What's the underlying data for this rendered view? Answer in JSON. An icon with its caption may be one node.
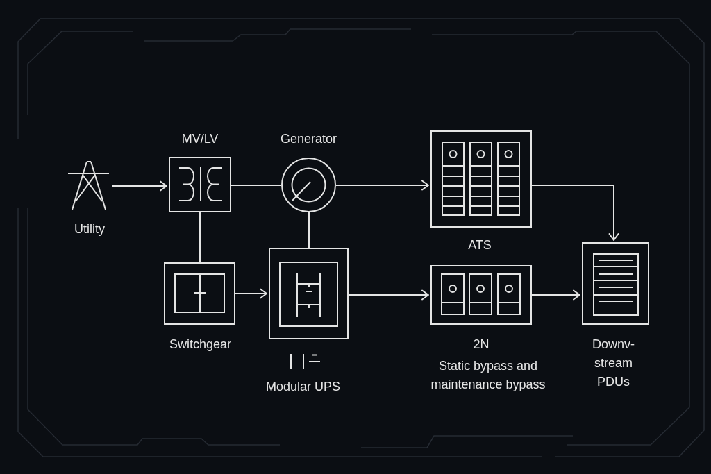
{
  "diagram": {
    "nodes": [
      {
        "text": [
          "Utility"
        ]
      },
      {
        "text": [
          "MV/LV"
        ]
      },
      {
        "text": [
          "Generator"
        ]
      },
      {
        "text": [
          "ATS"
        ]
      },
      {
        "text": [
          "Switchgear"
        ]
      },
      {
        "text": [
          "Modular UPS"
        ]
      },
      {
        "text": [
          "2N",
          "Static bypass and maintenance bypass"
        ]
      },
      {
        "text": [
          "Downv- stream PDUs"
        ]
      }
    ],
    "edges": [
      {
        "from": 0,
        "to": 1,
        "arrow": "to"
      },
      {
        "from": 1,
        "to": 2,
        "arrow": "none"
      },
      {
        "from": 2,
        "to": 3,
        "arrow": "to"
      },
      {
        "from": 1,
        "to": 4,
        "arrow": "none"
      },
      {
        "from": 2,
        "to": 5,
        "arrow": "none"
      },
      {
        "from": 4,
        "to": 5,
        "arrow": "to"
      },
      {
        "from": 5,
        "to": 6,
        "arrow": "to"
      },
      {
        "from": 3,
        "to": 7,
        "arrow": "to"
      },
      {
        "from": 6,
        "to": 7,
        "arrow": "to"
      }
    ]
  }
}
